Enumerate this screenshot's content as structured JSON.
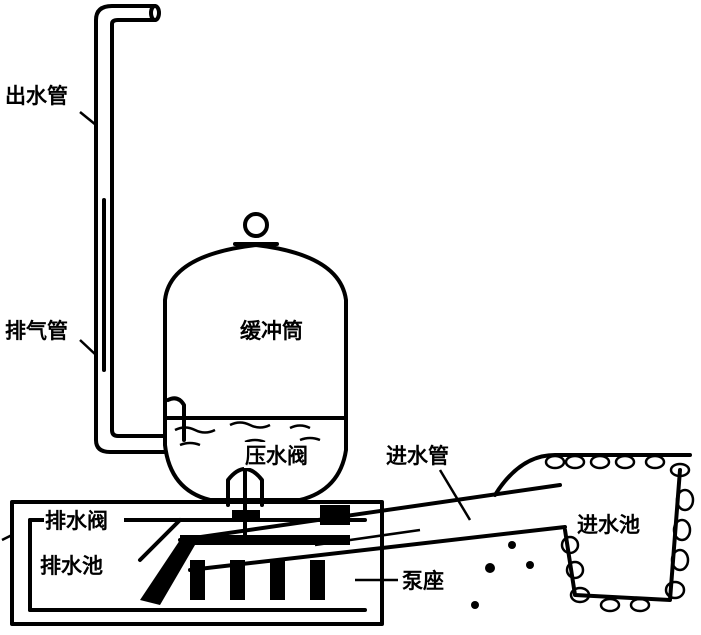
{
  "title": "水锤泵结构示意图",
  "labels": {
    "outlet_pipe": "出水管",
    "vent_pipe": "排气管",
    "buffer_tank": "缓冲筒",
    "pressure_valve": "压水阀",
    "inlet_pipe": "进水管",
    "inlet_pool": "进水池",
    "drain_valve": "排水阀",
    "drain_pool": "排水池",
    "pump_base": "泵座"
  }
}
